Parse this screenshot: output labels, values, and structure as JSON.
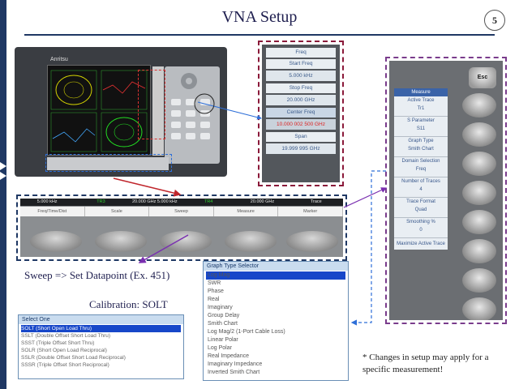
{
  "slide": {
    "title": "VNA Setup",
    "page_number": "5"
  },
  "device": {
    "brand": "Anritsu"
  },
  "freq_menu": {
    "title": "Freq",
    "items": [
      {
        "label": "Start Freq",
        "value": "5.000 kHz",
        "highlight": false
      },
      {
        "label": "Stop Freq",
        "value": "20.000 GHz",
        "highlight": false
      },
      {
        "label": "Center Freq",
        "value": "10.000 002 500 GHz",
        "highlight": true
      },
      {
        "label": "Span",
        "value": "19.999 995 GHz",
        "highlight": false
      }
    ]
  },
  "measure_menu": {
    "title": "Measure",
    "items": [
      {
        "label": "Active Trace",
        "value": "Tr1"
      },
      {
        "label": "S Parameter",
        "value": "S11"
      },
      {
        "label": "Graph Type",
        "value": "Smith Chart"
      },
      {
        "label": "Domain Selection",
        "value": "Freq"
      },
      {
        "label": "Number of Traces",
        "value": "4"
      },
      {
        "label": "Trace Format",
        "value": "Quad"
      },
      {
        "label": "Smoothing %",
        "value": "0"
      },
      {
        "label": "Maximize Active Trace",
        "value": ""
      }
    ],
    "esc_label": "Esc"
  },
  "menu_strip": {
    "status": [
      "5.000 kHz",
      "TR3",
      "20.000 GHz 5.000 kHz",
      "TR4",
      "20.000 GHz",
      "Trace"
    ],
    "tabs": [
      "Freq/Time/Dist",
      "Scale",
      "Sweep",
      "Measure",
      "Marker"
    ]
  },
  "captions": {
    "sweep": "Sweep => Set Datapoint (Ex. 451)",
    "calibration": "Calibration: SOLT",
    "note": "* Changes in setup may apply for a specific measurement!"
  },
  "select_one": {
    "title": "Select One",
    "items": [
      "SOLT (Short Open Load Thru)",
      "SSLT (Double Offset Short Load Thru)",
      "SSST (Triple Offset Short Thru)",
      "SOLR (Short Open Load Reciprocal)",
      "SSLR (Double Offset Short Load Reciprocal)",
      "SSSR (Triple Offset Short Reciprocal)"
    ],
    "selected_index": 0
  },
  "graph_type_selector": {
    "title": "Graph Type Selector",
    "items": [
      "Log Mag",
      "SWR",
      "Phase",
      "Real",
      "Imaginary",
      "Group Delay",
      "Smith Chart",
      "Log Mag/2 (1-Port Cable Loss)",
      "Linear Polar",
      "Log Polar",
      "Real Impedance",
      "Imaginary Impedance",
      "Inverted Smith Chart"
    ],
    "selected_index": 0
  },
  "colors": {
    "title_navy": "#1f3864",
    "freq_border": "#8b1a3a",
    "measure_border": "#7a3c8c",
    "selection_blue": "#1747c9",
    "arrow_red": "#c0262c",
    "arrow_purple": "#7a2fb0",
    "connector_blue": "#2e6fd8"
  }
}
